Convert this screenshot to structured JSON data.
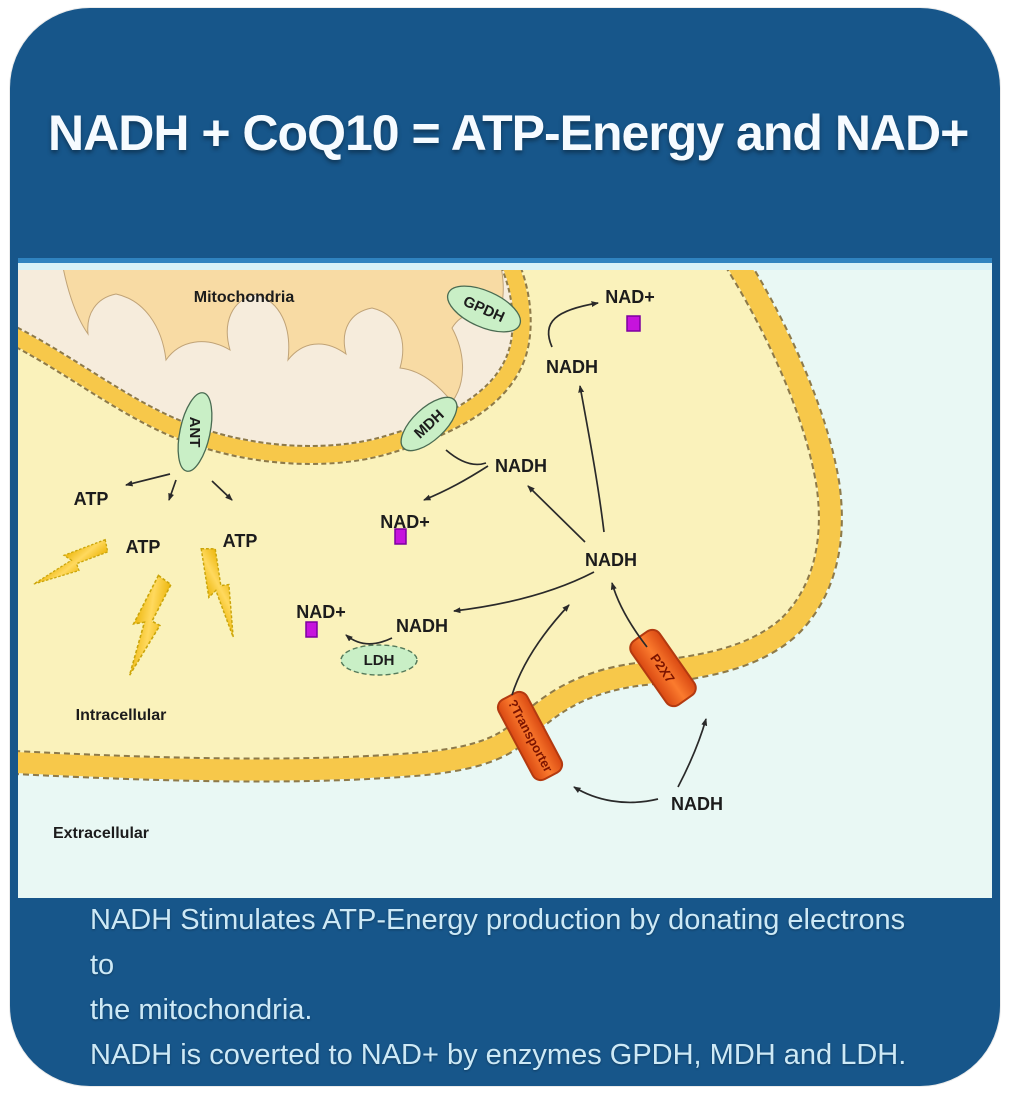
{
  "header": {
    "title": "NADH + CoQ10 = ATP-Energy and NAD+"
  },
  "diagram": {
    "labels": {
      "mitochondria": "Mitochondria",
      "intracellular": "Intracellular",
      "extracellular": "Extracellular",
      "nad_plus_top": "NAD+",
      "nadh_top": "NADH",
      "nadh_mid": "NADH",
      "nad_plus_mid": "NAD+",
      "nadh_right": "NADH",
      "nad_plus_left": "NAD+",
      "nadh_ldh": "NADH",
      "nadh_extracellular": "NADH",
      "atp_1": "ATP",
      "atp_2": "ATP",
      "atp_3": "ATP"
    },
    "enzymes": {
      "gpdh": "GPDH",
      "mdh": "MDH",
      "ant": "ANT",
      "ldh": "LDH"
    },
    "transporters": {
      "p2x7": "P2X7",
      "unknown": "?Transporter"
    },
    "colors": {
      "header_blue": "#17568a",
      "membrane_yellow": "#f7c84a",
      "intracellular_bg": "#faf2bb",
      "extracellular_bg": "#e9f8f4",
      "mito_matrix_tan": "#f8dba4",
      "mito_cristae_cream": "#f6ecdc",
      "enzyme_green": "#c9efc6",
      "transporter_orange": "#f4531f",
      "nad_purple": "#c613dd",
      "atp_bolt_gold": "#f5c518"
    }
  },
  "footer": {
    "para1_line1": "NADH Stimulates ATP-Energy production by donating electrons to",
    "para1_line2": "the mitochondria.",
    "para2": "NADH is coverted to NAD+ by enzymes GPDH, MDH and LDH."
  }
}
